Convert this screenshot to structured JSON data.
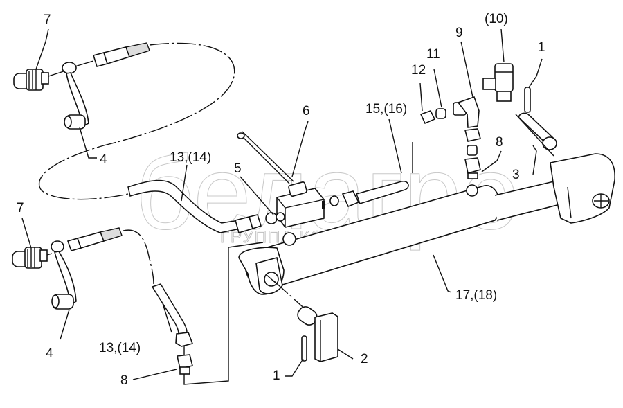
{
  "diagram": {
    "type": "exploded-parts-diagram",
    "subject": "hydraulic cylinder with hoses, valve and fittings",
    "watermark": {
      "brand": "белагро",
      "subtitle": "ГРУППА КОМПАНИЙ"
    },
    "callouts": [
      {
        "id": "c7a",
        "text": "7"
      },
      {
        "id": "c4a",
        "text": "4"
      },
      {
        "id": "c7b",
        "text": "7"
      },
      {
        "id": "c4b",
        "text": "4"
      },
      {
        "id": "c13a",
        "text": "13,(14)"
      },
      {
        "id": "c13b",
        "text": "13,(14)"
      },
      {
        "id": "c5",
        "text": "5"
      },
      {
        "id": "c6",
        "text": "6"
      },
      {
        "id": "c15",
        "text": "15,(16)"
      },
      {
        "id": "c12",
        "text": "12"
      },
      {
        "id": "c11",
        "text": "11"
      },
      {
        "id": "c9",
        "text": "9"
      },
      {
        "id": "c10",
        "text": "(10)"
      },
      {
        "id": "c1a",
        "text": "1"
      },
      {
        "id": "c8a",
        "text": "8"
      },
      {
        "id": "c3",
        "text": "3"
      },
      {
        "id": "c17",
        "text": "17,(18)"
      },
      {
        "id": "c8b",
        "text": "8"
      },
      {
        "id": "c1b",
        "text": "1"
      },
      {
        "id": "c2",
        "text": "2"
      }
    ]
  }
}
